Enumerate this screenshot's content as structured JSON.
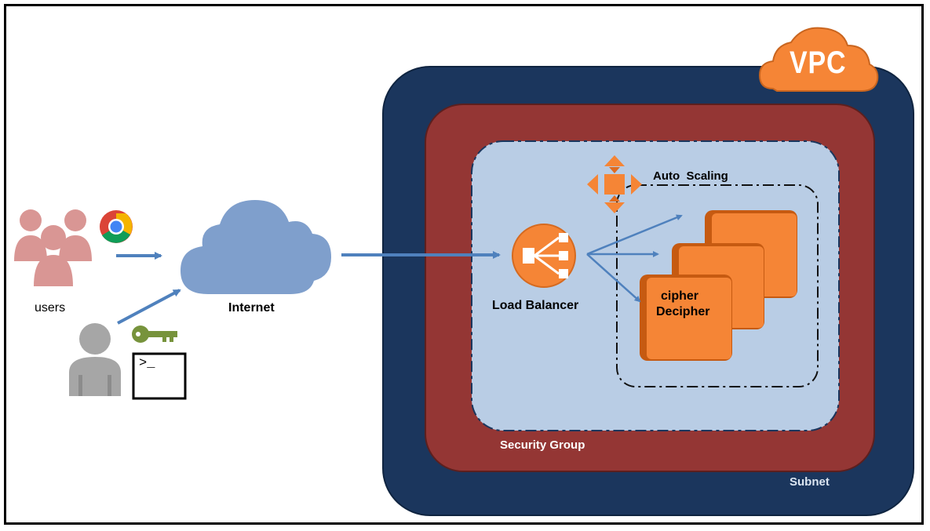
{
  "diagram": {
    "vpc_label": "VPC",
    "subnet_label": "Subnet",
    "security_group_label": "Security Group",
    "auto_scaling_label": "Auto  Scaling",
    "load_balancer_label": "Load Balancer",
    "internet_label": "Internet",
    "users_label": "users",
    "instance_label_line1": "cipher",
    "instance_label_line2": "Decipher",
    "terminal_prompt": ">_"
  },
  "colors": {
    "vpc": "#1b365d",
    "subnet": "#943634",
    "security_group": "#b9cde5",
    "aws_orange": "#f58536",
    "arrow": "#4f81bd",
    "users": "#d99694",
    "admin": "#a6a6a6",
    "key": "#77933c",
    "internet_cloud": "#7f9fcc"
  }
}
